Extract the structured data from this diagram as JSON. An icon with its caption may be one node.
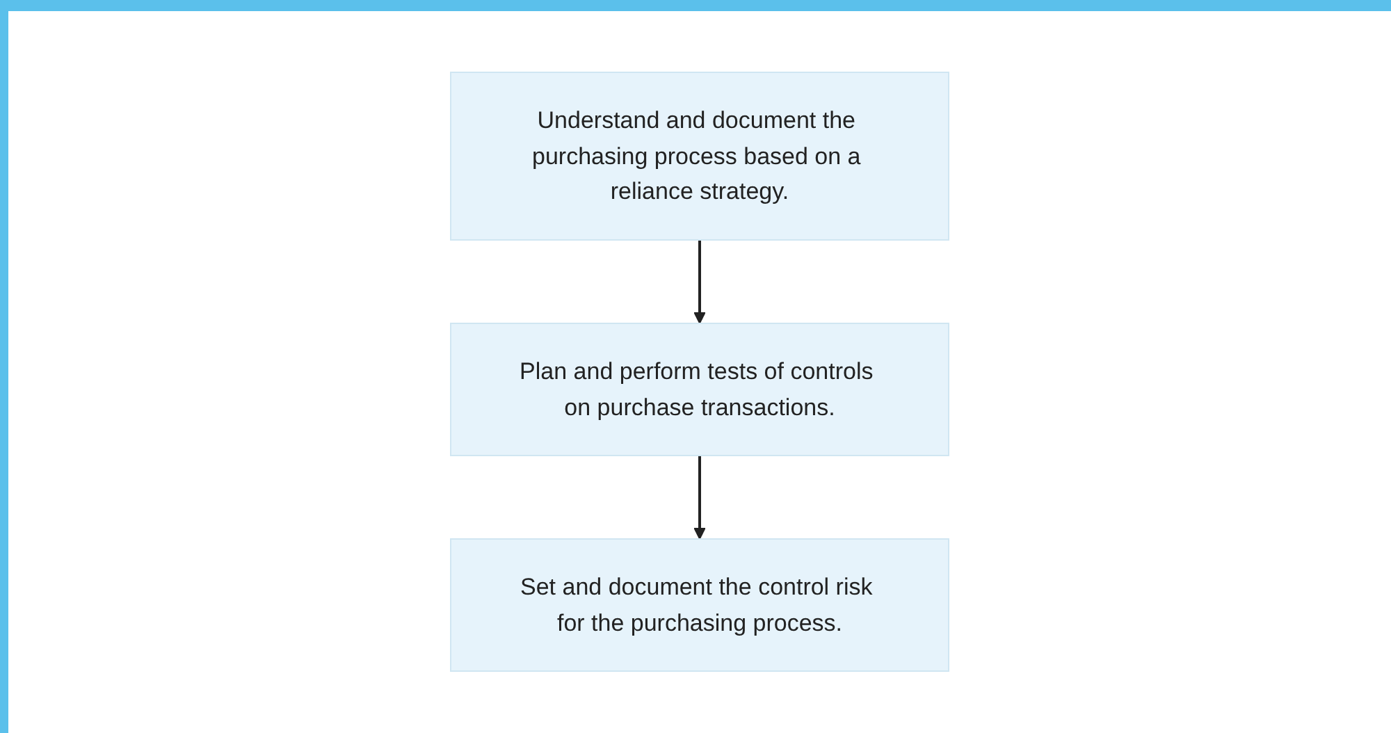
{
  "diagram": {
    "nodes": [
      {
        "text": [
          "Understand and document the purchasing process based on a reliance strategy."
        ]
      },
      {
        "text": [
          "Plan and perform tests of controls on purchase transactions."
        ]
      },
      {
        "text": [
          "Set and document the control risk for the purchasing process."
        ]
      }
    ],
    "edges": [
      {
        "from": 0,
        "to": 1,
        "arrow": "to"
      },
      {
        "from": 1,
        "to": 2,
        "arrow": "to"
      }
    ]
  }
}
